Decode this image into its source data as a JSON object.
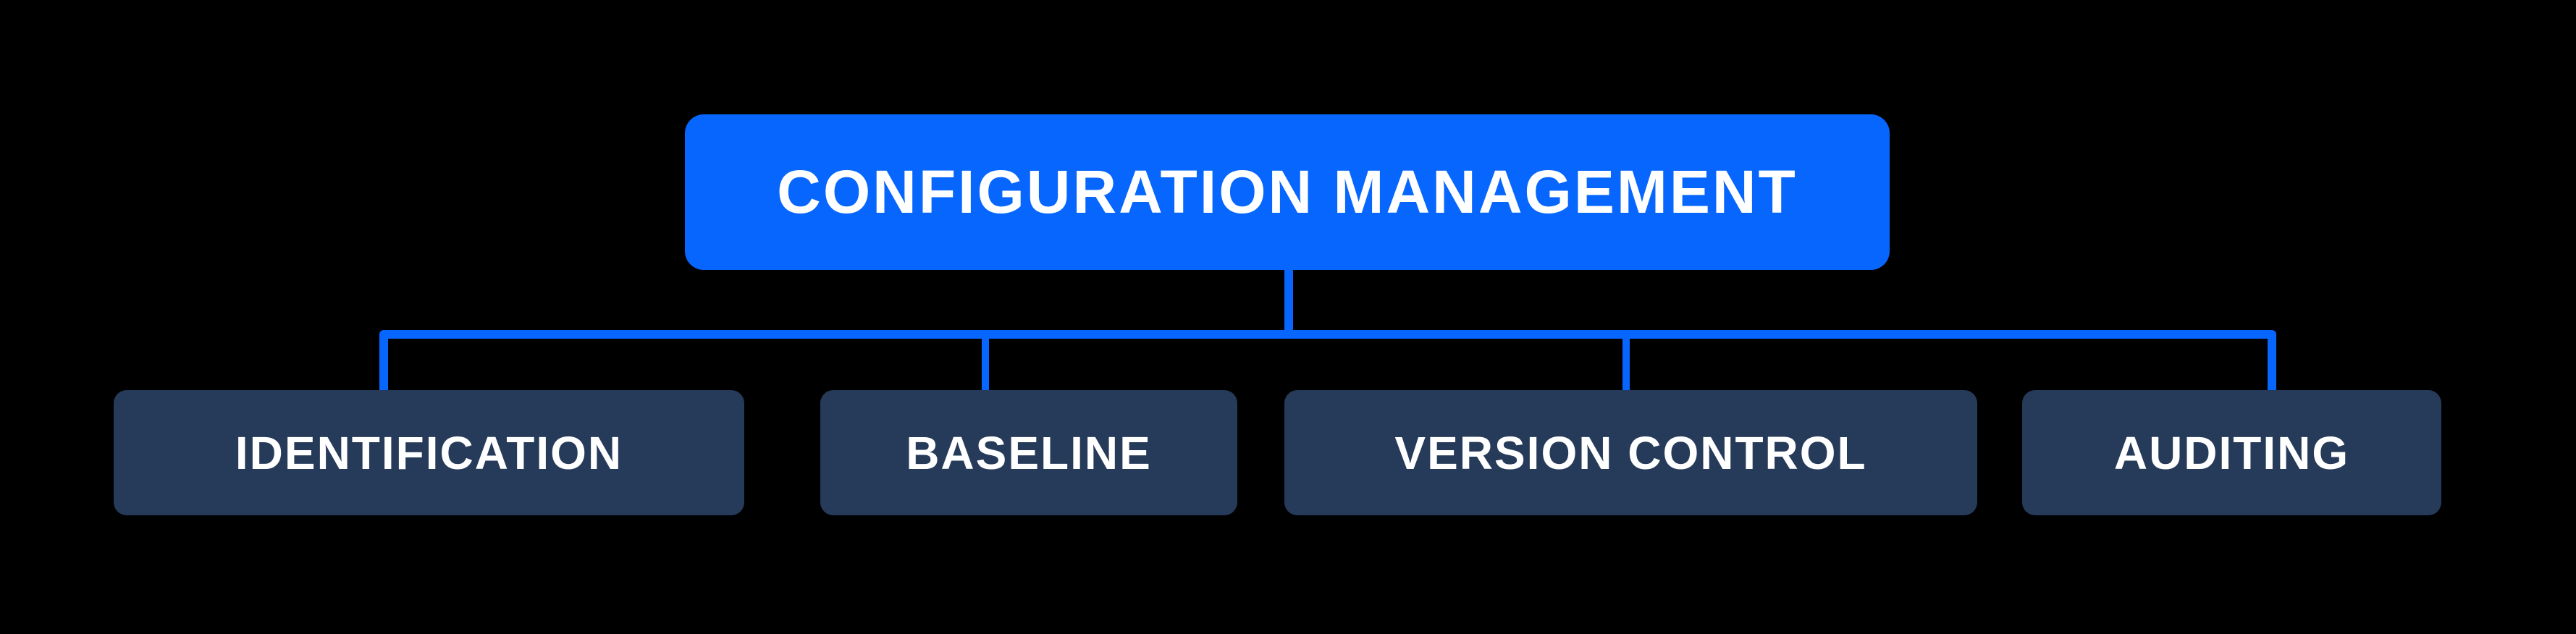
{
  "diagram": {
    "title": "Configuration Management hierarchy diagram",
    "root": {
      "label": "CONFIGURATION MANAGEMENT"
    },
    "children": [
      {
        "label": "IDENTIFICATION"
      },
      {
        "label": "BASELINE"
      },
      {
        "label": "VERSION CONTROL"
      },
      {
        "label": "AUDITING"
      }
    ],
    "colors": {
      "background": "#000000",
      "root_fill": "#0666FE",
      "child_fill": "#263A59",
      "connector": "#0666FE",
      "text": "#FFFFFF"
    }
  }
}
